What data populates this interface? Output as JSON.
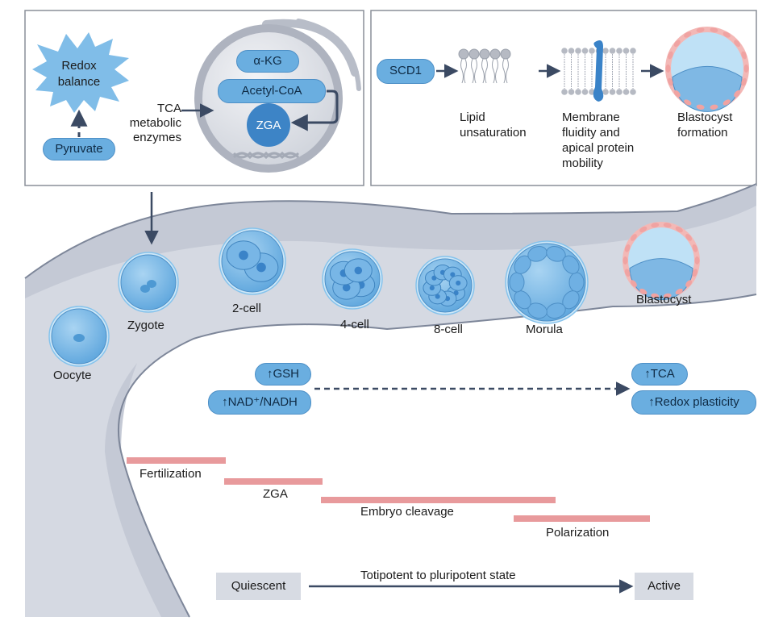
{
  "panel_left": {
    "burst_label_line1": "Redox",
    "burst_label_line2": "balance",
    "pyruvate": "Pyruvate",
    "tca_line1": "TCA",
    "tca_line2": "metabolic",
    "tca_line3": "enzymes",
    "akg": "α-KG",
    "acetyl_coa": "Acetyl-CoA",
    "zga": "ZGA"
  },
  "panel_right": {
    "scd1": "SCD1",
    "step1_line1": "Lipid",
    "step1_line2": "unsaturation",
    "step2_line1": "Membrane",
    "step2_line2": "fluidity and",
    "step2_line3": "apical protein",
    "step2_line4": "mobility",
    "step3_line1": "Blastocyst",
    "step3_line2": "formation"
  },
  "stages": [
    "Oocyte",
    "Zygote",
    "2-cell",
    "4-cell",
    "8-cell",
    "Morula",
    "Blastocyst"
  ],
  "metabolites": {
    "left": [
      "↑GSH",
      "↑NAD⁺/NADH"
    ],
    "right": [
      "↑TCA",
      "↑Redox plasticity"
    ]
  },
  "timeline": {
    "events": [
      "Fertilization",
      "ZGA",
      "Embryo cleavage",
      "Polarization"
    ],
    "bar_color": "#e89a9c"
  },
  "state_axis": {
    "start": "Quiescent",
    "end": "Active",
    "caption": "Totipotent to pluripotent state"
  },
  "colors": {
    "pill_fill": "#6aaee0",
    "arrow": "#3b4a63",
    "band": "#d5d9e2",
    "band_dark": "#c4c9d5"
  }
}
